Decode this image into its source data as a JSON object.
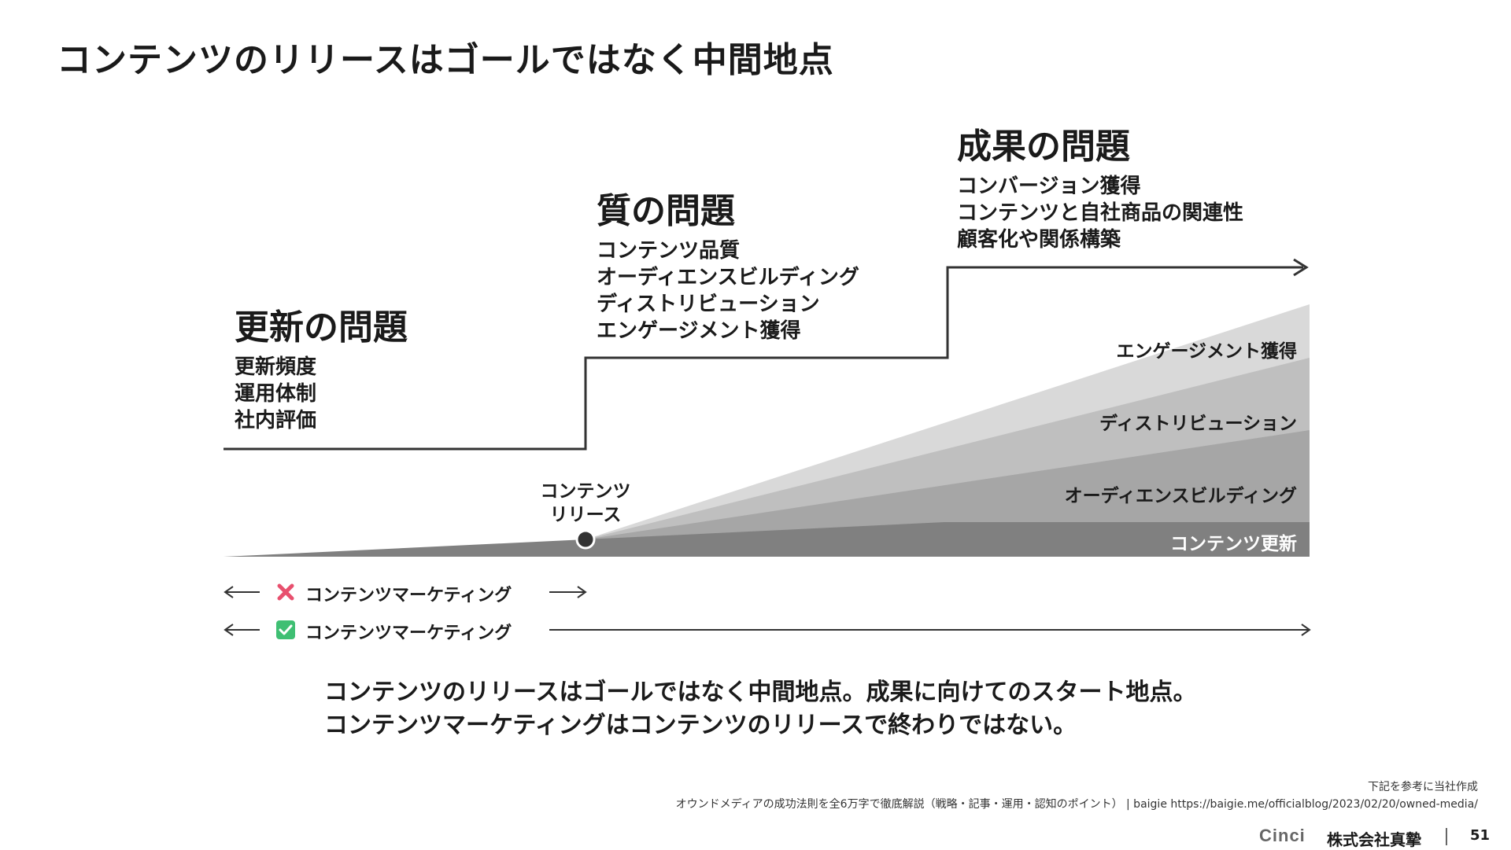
{
  "slide": {
    "title": "コンテンツのリリースはゴールではなく中間地点",
    "page_number": "51"
  },
  "stages": [
    {
      "title": "更新の問題",
      "items": [
        "更新頻度",
        "運用体制",
        "社内評価"
      ]
    },
    {
      "title": "質の問題",
      "items": [
        "コンテンツ品質",
        "オーディエンスビルディング",
        "ディストリビューション",
        "エンゲージメント獲得"
      ]
    },
    {
      "title": "成果の問題",
      "items": [
        "コンバージョン獲得",
        "コンテンツと自社商品の関連性",
        "顧客化や関係構築"
      ]
    }
  ],
  "layers": [
    {
      "label": "エンゲージメント獲得",
      "color": "#d9d9d9"
    },
    {
      "label": "ディストリビューション",
      "color": "#bfbfbf"
    },
    {
      "label": "オーディエンスビルディング",
      "color": "#a6a6a6"
    },
    {
      "label": "コンテンツ更新",
      "color": "#808080"
    }
  ],
  "release": {
    "line1": "コンテンツ",
    "line2": "リリース"
  },
  "cm_rows": [
    {
      "label": "コンテンツマーケティング",
      "icon": "cross-mark-icon",
      "status": "wrong"
    },
    {
      "label": "コンテンツマーケティング",
      "icon": "check-mark-icon",
      "status": "correct"
    }
  ],
  "summary": {
    "line1": "コンテンツのリリースはゴールではなく中間地点。成果に向けてのスタート地点。",
    "line2": "コンテンツマーケティングはコンテンツのリリースで終わりではない。"
  },
  "source": {
    "line1": "下記を参考に当社作成",
    "line2": "オウンドメディアの成功法則を全6万字で徹底解説（戦略・記事・運用・認知のポイント） | baigie https://baigie.me/officialblog/2023/02/20/owned-media/"
  },
  "footer": {
    "logo_text": "Cinci",
    "company": "株式会社真摯"
  },
  "colors": {
    "line": "#333333",
    "cross": "#e8506e",
    "check": "#3fbf73"
  }
}
